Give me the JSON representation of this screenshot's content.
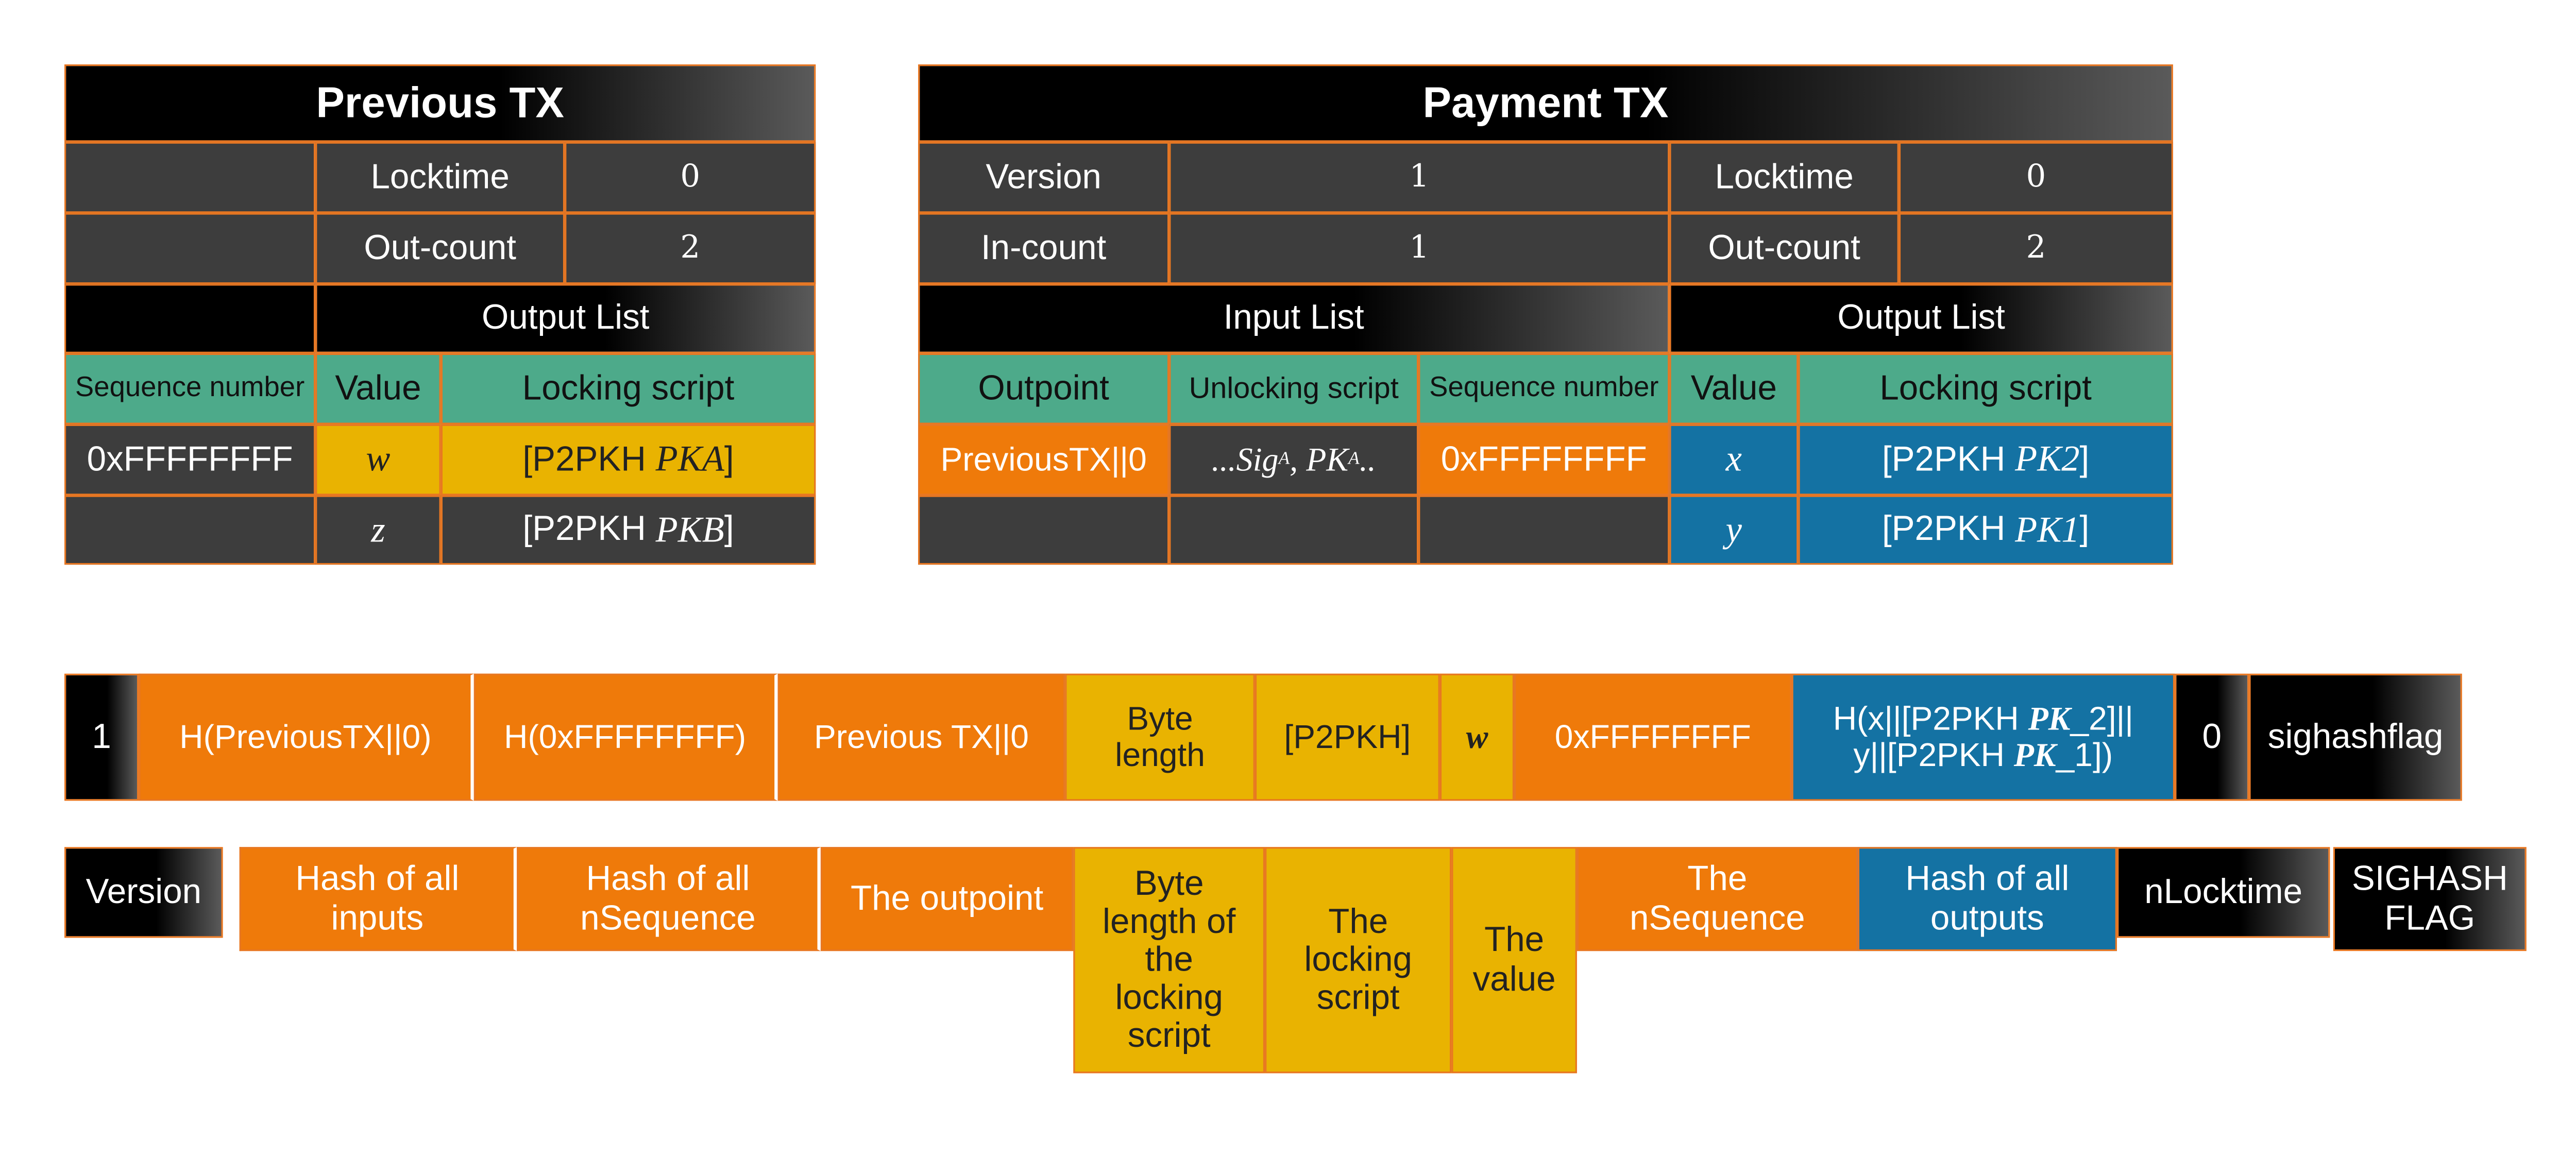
{
  "previous_tx": {
    "title": "Previous TX",
    "locktime_label": "Locktime",
    "locktime_value": "0",
    "outcount_label": "Out-count",
    "outcount_value": "2",
    "output_list_label": "Output List",
    "seq_header": "Sequence number",
    "value_header": "Value",
    "locking_header": "Locking script",
    "seq_value": "0xFFFFFFFF",
    "out1_value": "w",
    "out1_script": "[P2PKH ",
    "out1_pk": "PK",
    "out1_sub": "A",
    "out2_value": "z",
    "out2_script": "[P2PKH ",
    "out2_pk": "PK",
    "out2_sub": "B"
  },
  "payment_tx": {
    "title": "Payment TX",
    "version_label": "Version",
    "version_value": "1",
    "incount_label": "In-count",
    "incount_value": "1",
    "locktime_label": "Locktime",
    "locktime_value": "0",
    "outcount_label": "Out-count",
    "outcount_value": "2",
    "input_list_label": "Input List",
    "output_list_label": "Output List",
    "outpoint_header": "Outpoint",
    "unlocking_header": "Unlocking script",
    "seq_header": "Sequence number",
    "value_header": "Value",
    "locking_header": "Locking script",
    "outpoint_value": "PreviousTX||0",
    "unlock_prefix": "...",
    "unlock_sig": "Sig",
    "unlock_sig_sub": "A",
    "unlock_mid": ", PK",
    "unlock_pk_sub": "A",
    "unlock_suffix": "..",
    "seq_value": "0xFFFFFFFF",
    "out1_value": "x",
    "out1_script": "[P2PKH ",
    "out1_pk": "PK",
    "out1_sub": "2",
    "out2_value": "y",
    "out2_script": "[P2PKH ",
    "out2_pk": "PK",
    "out2_sub": "1"
  },
  "preimage": {
    "version": "1",
    "hash_prevouts": "H(PreviousTX||0)",
    "hash_sequence": "H(0xFFFFFFFF)",
    "outpoint": "Previous TX||0",
    "byte_length": "Byte length",
    "script": "[P2PKH]",
    "value": "w",
    "sequence": "0xFFFFFFFF",
    "hash_outputs_line1_a": "H(x||[P2PKH ",
    "hash_outputs_line1_pk": "PK",
    "hash_outputs_line1_b": "_2]||",
    "hash_outputs_line2_a": "y||[P2PKH ",
    "hash_outputs_line2_pk": "PK",
    "hash_outputs_line2_b": "_1])",
    "locktime": "0",
    "sighash": "sighashflag"
  },
  "labels": {
    "version": "Version",
    "hash_inputs": "Hash of all inputs",
    "hash_nsequence": "Hash of all nSequence",
    "outpoint": "The outpoint",
    "byte_length": "Byte length of the locking script",
    "locking_script": "The locking script",
    "value": "The value",
    "nsequence": "The nSequence",
    "hash_outputs": "Hash of all outputs",
    "nlocktime": "nLocktime",
    "sighash": "SIGHASH FLAG"
  }
}
